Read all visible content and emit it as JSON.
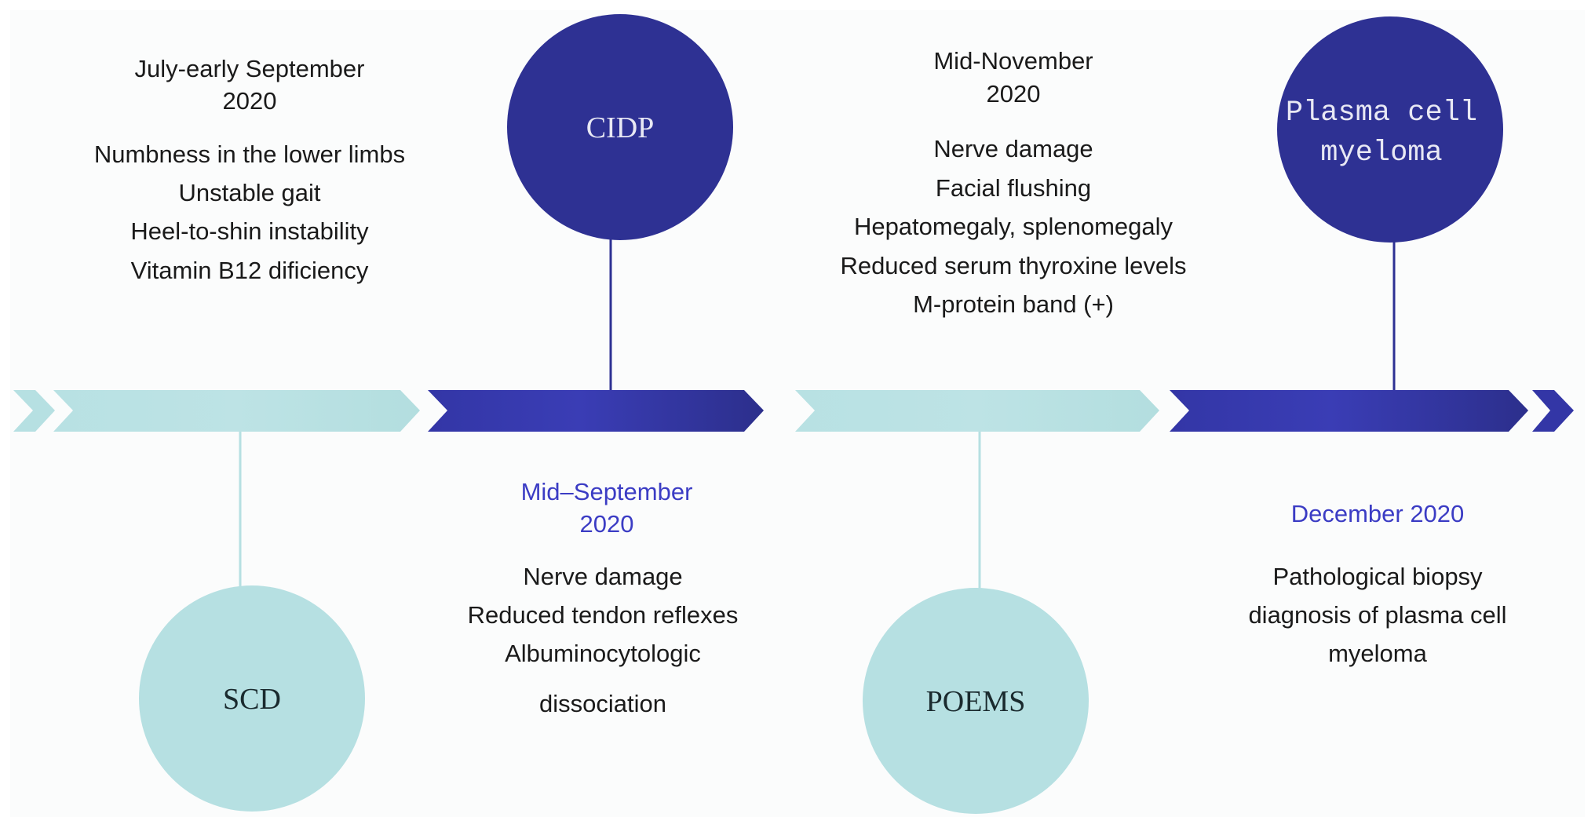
{
  "colors": {
    "light": "#b6e0e2",
    "dark": "#2e3193",
    "dark_gradient_mid": "#3a3db5",
    "light_label": "#1a2a2e",
    "dark_label": "#e8e8f4",
    "date_blue": "#3b3cc4"
  },
  "stages": [
    {
      "id": "scd",
      "tone": "light",
      "circle_position": "below",
      "circle_label_lines": [
        "SCD"
      ],
      "text_position": "above",
      "date_lines": [
        "July-early September",
        "2020"
      ],
      "date_color": "black",
      "details": [
        "Numbness in the lower limbs",
        "Unstable gait",
        "Heel-to-shin instability",
        "Vitamin B12 dificiency"
      ]
    },
    {
      "id": "cidp",
      "tone": "dark",
      "circle_position": "above",
      "circle_label_lines": [
        "CIDP"
      ],
      "text_position": "below",
      "date_lines": [
        "Mid–September",
        "2020"
      ],
      "date_color": "blue",
      "details": [
        "Nerve damage",
        "Reduced tendon reflexes",
        "Albuminocytologic",
        "dissociation"
      ]
    },
    {
      "id": "poems",
      "tone": "light",
      "circle_position": "below",
      "circle_label_lines": [
        "POEMS"
      ],
      "text_position": "above",
      "date_lines": [
        "Mid-November",
        "2020"
      ],
      "date_color": "black",
      "details": [
        "Nerve damage",
        "Facial flushing",
        "Hepatomegaly, splenomegaly",
        "Reduced serum thyroxine levels",
        "M-protein band (+)"
      ]
    },
    {
      "id": "plasma-cell-myeloma",
      "tone": "dark",
      "circle_position": "above",
      "circle_label_lines": [
        "Plasma cell",
        "myeloma"
      ],
      "text_position": "below",
      "date_lines": [
        "December 2020"
      ],
      "date_color": "blue",
      "details": [
        "Pathological biopsy",
        "diagnosis of plasma cell",
        "myeloma"
      ]
    }
  ]
}
